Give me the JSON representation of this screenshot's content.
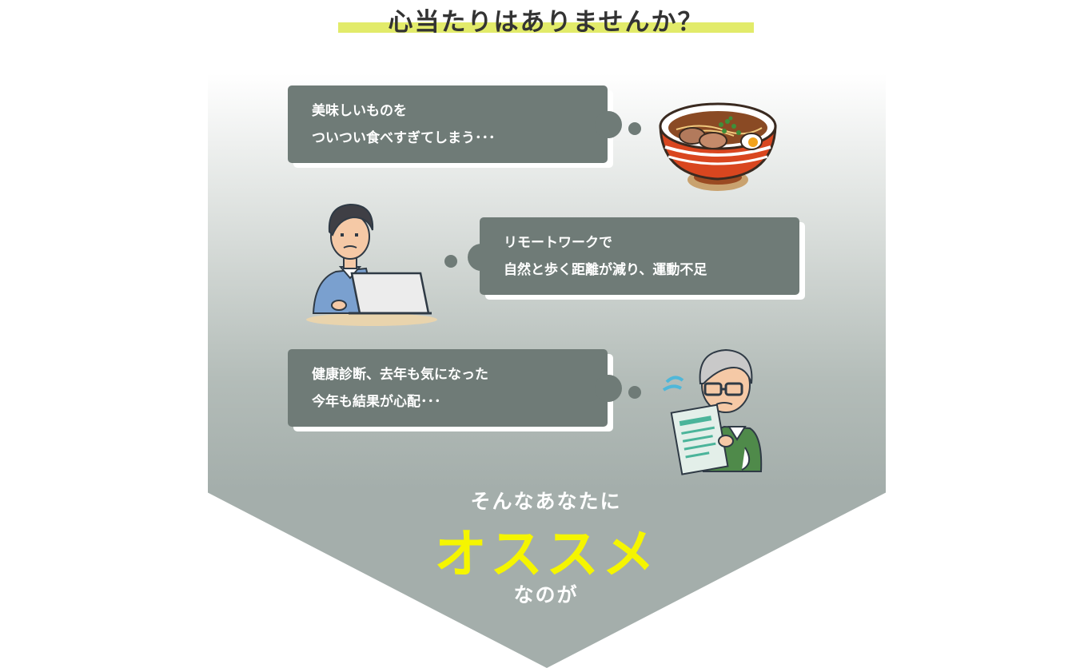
{
  "heading": "心当たりはありませんか？",
  "bubbles": [
    {
      "line1": "美味しいものを",
      "line2": "ついつい食べすぎてしまう･･･"
    },
    {
      "line1": "リモートワークで",
      "line2": "自然と歩く距離が減り、運動不足"
    },
    {
      "line1": "健康診断、去年も気になった",
      "line2": "今年も結果が心配･･･"
    }
  ],
  "lead": {
    "top": "そんなあなたに",
    "highlight": "オススメ",
    "bottom": "なのが"
  },
  "icons": {
    "ramen": "ramen-bowl-icon",
    "worker": "man-at-laptop-illustration",
    "elder": "worried-elder-with-report-illustration"
  },
  "colors": {
    "bubble": "#6f7b77",
    "marker": "#e2eb6a",
    "highlight": "#f5f500",
    "panel": "#a4aeab"
  }
}
